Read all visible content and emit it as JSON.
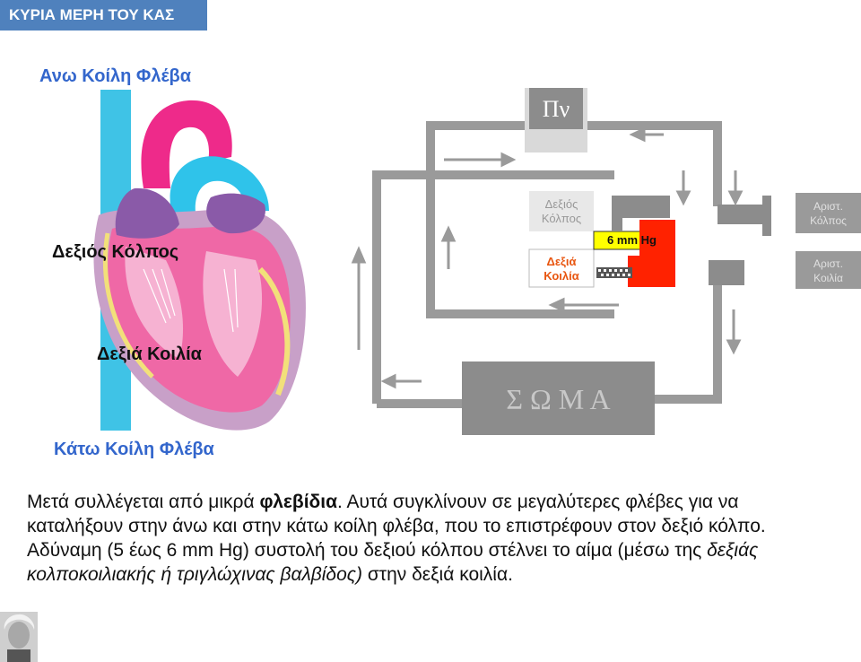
{
  "header": {
    "title": "ΚΥΡΙΑ ΜΕΡΗ ΤΟΥ ΚΑΣ"
  },
  "heart_labels": {
    "superior_vena_cava": "Ανω Κοίλη Φλέβα",
    "right_atrium": "Δεξιός Κόλπος",
    "right_ventricle": "Δεξιά Κοιλία",
    "inferior_vena_cava": "Κάτω Κοίλη Φλέβα"
  },
  "circuit": {
    "lungs": "Πν",
    "body": "Σ Ω Μ Α",
    "right_atrium_line1": "Δεξιός",
    "right_atrium_line2": "Κόλπος",
    "right_ventricle_line1": "Δεξιά",
    "right_ventricle_line2": "Κοιλία",
    "pressure": "6 mm Hg",
    "left_atrium_line1": "Αριστ.",
    "left_atrium_line2": "Κόλπος",
    "left_ventricle_line1": "Αριστ.",
    "left_ventricle_line2": "Κοιλία"
  },
  "paragraph": {
    "p1": "Μετά συλλέγεται από μικρά ",
    "bold1": "φλεβίδια",
    "p2": ". Αυτά συγκλίνουν σε μεγαλύτερες φλέβες για να καταλήξουν στην άνω και στην κάτω κοίλη φλέβα, που το επιστρέφουν στον δεξιό κόλπο. Αδύναμη (5 έως 6 mm Hg) συστολή του δεξιού κόλπου στέλνει το αίμα (μέσω της ",
    "italic1": "δεξιάς κολποκοιλιακής ή τριγλώχινας βαλβίδος)",
    "p3": " στην δεξιά κοιλία."
  },
  "colors": {
    "header_bg": "#4f81bd",
    "label_blue": "#3366cc",
    "circuit_grey": "#9a9a9a",
    "ventricle_red": "#ff2200",
    "pressure_yellow": "#ffff00",
    "heart_pink": "#ee5fa0",
    "heart_cyan": "#33c6e8"
  }
}
